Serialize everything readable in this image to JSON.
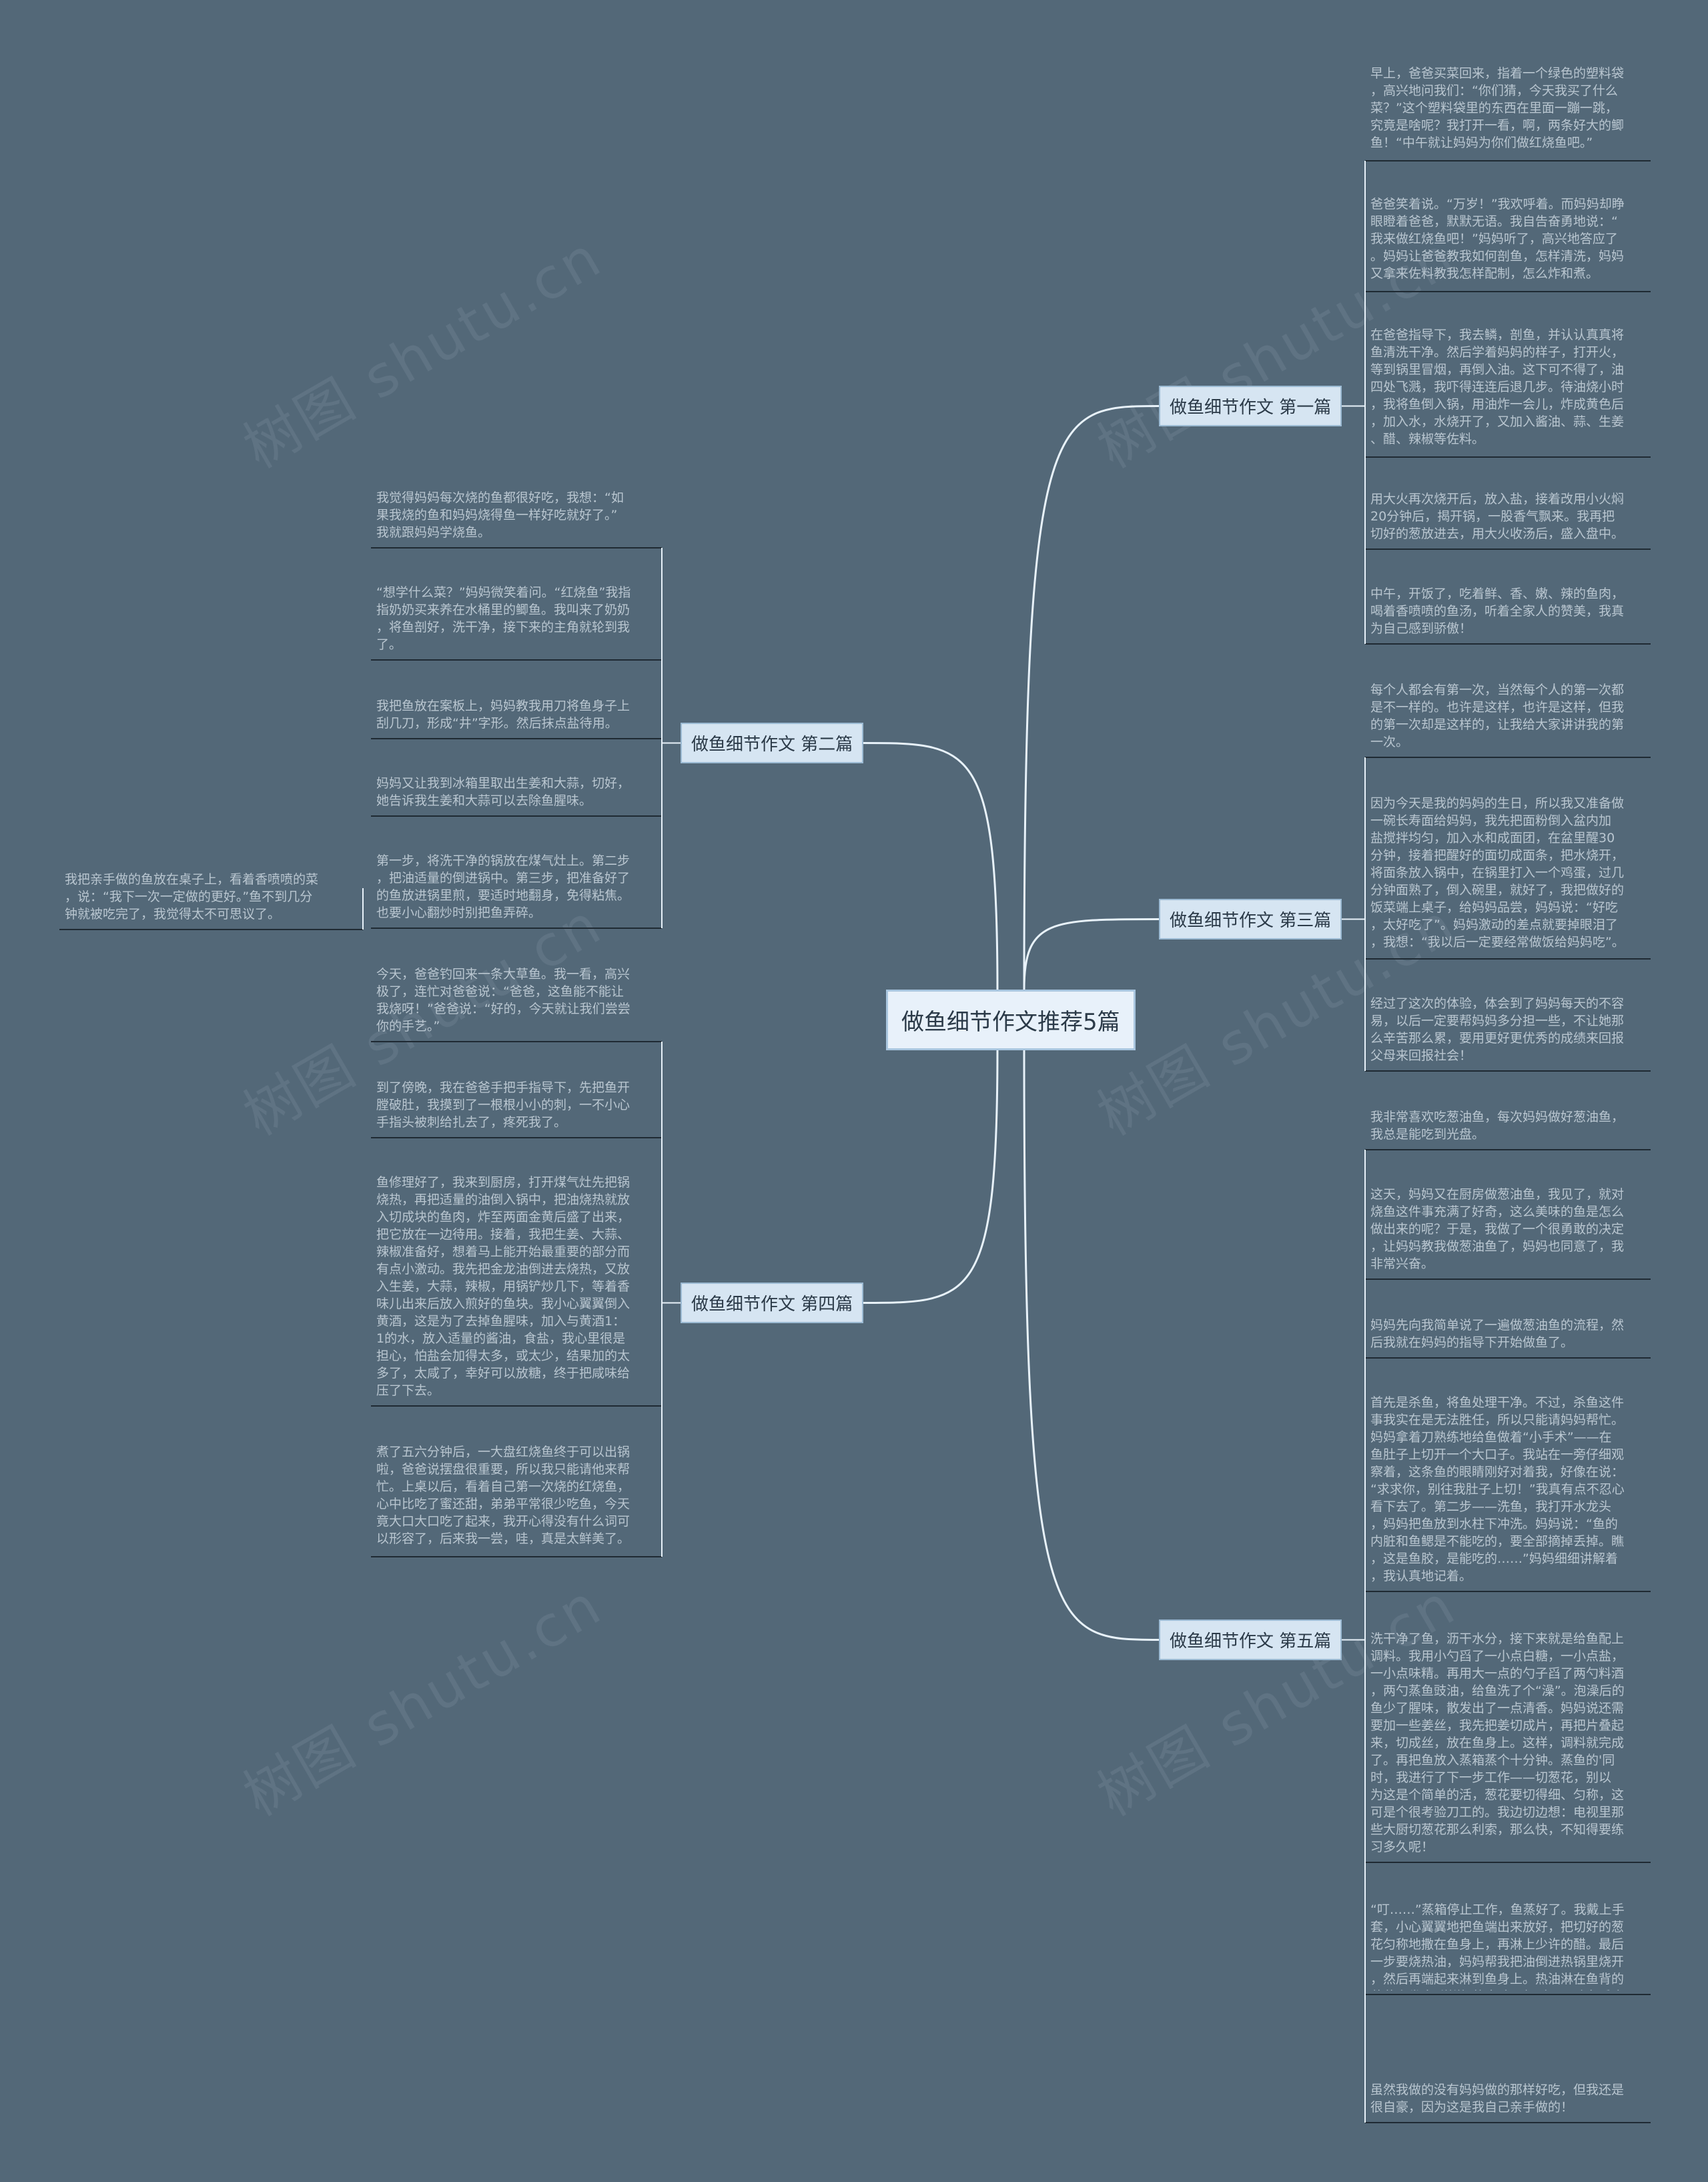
{
  "colors": {
    "background": "#536878",
    "link": "#e8f2fa",
    "node_fill": "#d6e5f2",
    "node_border": "#9bbad3",
    "leaf_text": "#b9c6d0",
    "watermark": "#5f7383"
  },
  "watermark": "树图 shutu.cn",
  "root": {
    "label": "做鱼细节作文推荐5篇"
  },
  "branches": [
    {
      "label": "做鱼细节作文 第一篇",
      "leaves": [
        "早上，爸爸买菜回来，指着一个绿色的塑料袋\n，高兴地问我们：“你们猜，今天我买了什么\n菜？”这个塑料袋里的东西在里面一蹦一跳，\n究竟是啥呢？我打开一看，啊，两条好大的鲫\n鱼！“中午就让妈妈为你们做红烧鱼吧。”",
        "爸爸笑着说。“万岁！”我欢呼着。而妈妈却睁\n眼瞪着爸爸，默默无语。我自告奋勇地说：“\n我来做红烧鱼吧！”妈妈听了，高兴地答应了\n。妈妈让爸爸教我如何剖鱼，怎样清洗，妈妈\n又拿来佐料教我怎样配制，怎么炸和煮。",
        "在爸爸指导下，我去鳞，剖鱼，并认认真真将\n鱼清洗干净。然后学着妈妈的样子，打开火，\n等到锅里冒烟，再倒入油。这下可不得了，油\n四处飞溅，我吓得连连后退几步。待油烧小时\n，我将鱼倒入锅，用油炸一会儿，炸成黄色后\n，加入水，水烧开了，又加入酱油、蒜、生姜\n、醋、辣椒等佐料。",
        "用大火再次烧开后，放入盐，接着改用小火焖\n20分钟后，揭开锅，一股香气飘来。我再把\n切好的葱放进去，用大火收汤后，盛入盘中。",
        "中午，开饭了，吃着鲜、香、嫩、辣的鱼肉，\n喝着香喷喷的鱼汤，听着全家人的赞美，我真\n为自己感到骄傲！"
      ]
    },
    {
      "label": "做鱼细节作文 第二篇",
      "leaves": [
        "我觉得妈妈每次烧的鱼都很好吃，我想：“如\n果我烧的鱼和妈妈烧得鱼一样好吃就好了。”\n我就跟妈妈学烧鱼。",
        "“想学什么菜？”妈妈微笑着问。“红烧鱼”我指\n指奶奶买来养在水桶里的鲫鱼。我叫来了奶奶\n，将鱼剖好，洗干净，接下来的主角就轮到我\n了。",
        "我把鱼放在案板上，妈妈教我用刀将鱼身子上\n刮几刀，形成“井”字形。然后抹点盐待用。",
        "妈妈又让我到冰箱里取出生姜和大蒜，切好，\n她告诉我生姜和大蒜可以去除鱼腥味。",
        "第一步，将洗干净的锅放在煤气灶上。第二步\n，把油适量的倒进锅中。第三步，把准备好了\n的鱼放进锅里煎，要适时地翻身，免得粘焦。\n也要小心翻炒时别把鱼弄碎。",
        "我把亲手做的鱼放在桌子上，看着香喷喷的菜\n，说：“我下一次一定做的更好。”鱼不到几分\n钟就被吃完了，我觉得太不可思议了。"
      ]
    },
    {
      "label": "做鱼细节作文 第三篇",
      "leaves": [
        "每个人都会有第一次，当然每个人的第一次都\n是不一样的。也许是这样，也许是这样，但我\n的第一次却是这样的，让我给大家讲讲我的第\n一次。",
        "因为今天是我的妈妈的生日，所以我又准备做\n一碗长寿面给妈妈，我先把面粉倒入盆内加\n盐搅拌均匀，加入水和成面团，在盆里醒30\n分钟，接着把醒好的面切成面条，把水烧开，\n将面条放入锅中，在锅里打入一个鸡蛋，过几\n分钟面熟了，倒入碗里，就好了，我把做好的\n饭菜端上桌子，给妈妈品尝，妈妈说：“好吃\n，太好吃了”。妈妈激动的差点就要掉眼泪了\n，我想：“我以后一定要经常做饭给妈妈吃”。",
        "经过了这次的体验，体会到了妈妈每天的不容\n易，以后一定要帮妈妈多分担一些，不让她那\n么辛苦那么累，要用更好更优秀的成绩来回报\n父母来回报社会！"
      ]
    },
    {
      "label": "做鱼细节作文 第四篇",
      "leaves": [
        "今天，爸爸钓回来一条大草鱼。我一看，高兴\n极了，连忙对爸爸说：“爸爸，这鱼能不能让\n我烧呀！”爸爸说：“好的，今天就让我们尝尝\n你的手艺。”",
        "到了傍晚，我在爸爸手把手指导下，先把鱼开\n膛破肚，我摸到了一根根小小的刺，一不小心\n手指头被刺给扎去了，疼死我了。",
        "鱼修理好了，我来到厨房，打开煤气灶先把锅\n烧热，再把适量的油倒入锅中，把油烧热就放\n入切成块的鱼肉，炸至两面金黄后盛了出来，\n把它放在一边待用。接着，我把生姜、大蒜、\n辣椒准备好，想着马上能开始最重要的部分而\n有点小激动。我先把金龙油倒进去烧热，又放\n入生姜，大蒜，辣椒，用锅铲炒几下，等着香\n味儿出来后放入煎好的鱼块。我小心翼翼倒入\n黄酒，这是为了去掉鱼腥味，加入与黄酒1：\n1的水，放入适量的酱油，食盐，我心里很是\n担心，怕盐会加得太多，或太少，结果加的太\n多了，太咸了，幸好可以放糖，终于把咸味给\n压了下去。",
        "煮了五六分钟后，一大盘红烧鱼终于可以出锅\n啦，爸爸说摆盘很重要，所以我只能请他来帮\n忙。上桌以后，看着自己第一次烧的红烧鱼，\n心中比吃了蜜还甜，弟弟平常很少吃鱼，今天\n竟大口大口吃了起来，我开心得没有什么词可\n以形容了，后来我一尝，哇，真是太鲜美了。"
      ]
    },
    {
      "label": "做鱼细节作文 第五篇",
      "leaves": [
        "我非常喜欢吃葱油鱼，每次妈妈做好葱油鱼，\n我总是能吃到光盘。",
        "这天，妈妈又在厨房做葱油鱼，我见了，就对\n烧鱼这件事充满了好奇，这么美味的鱼是怎么\n做出来的呢？于是，我做了一个很勇敢的决定\n，让妈妈教我做葱油鱼了，妈妈也同意了，我\n非常兴奋。",
        "妈妈先向我简单说了一遍做葱油鱼的流程，然\n后我就在妈妈的指导下开始做鱼了。",
        "首先是杀鱼，将鱼处理干净。不过，杀鱼这件\n事我实在是无法胜任，所以只能请妈妈帮忙。\n妈妈拿着刀熟练地给鱼做着“小手术”——在\n鱼肚子上切开一个大口子。我站在一旁仔细观\n察着，这条鱼的眼睛刚好对着我，好像在说：\n“求求你，别往我肚子上切！”我真有点不忍心\n看下去了。第二步——洗鱼，我打开水龙头\n，妈妈把鱼放到水柱下冲洗。妈妈说：“鱼的\n内脏和鱼鳃是不能吃的，要全部摘掉丢掉。瞧\n，这是鱼胶，是能吃的……”妈妈细细讲解着\n，我认真地记着。",
        "洗干净了鱼，沥干水分，接下来就是给鱼配上\n调料。我用小勺舀了一小点白糖，一小点盐，\n一小点味精。再用大一点的勺子舀了两勺料酒\n，两勺蒸鱼豉油，给鱼洗了个“澡”。泡澡后的\n鱼少了腥味，散发出了一点清香。妈妈说还需\n要加一些姜丝，我先把姜切成片，再把片叠起\n来，切成丝，放在鱼身上。这样，调料就完成\n了。再把鱼放入蒸箱蒸个十分钟。蒸鱼的'同\n时，我进行了下一步工作——切葱花，别以\n为这是个简单的活，葱花要切得细、匀称，这\n可是个很考验刀工的。我边切边想：电视里那\n些大厨切葱花那么利索，那么快，不知得要练\n习多久呢！",
        "“叮……”蒸箱停止工作，鱼蒸好了。我戴上手\n套，小心翼翼地把鱼端出来放好，把切好的葱\n花匀称地撒在鱼身上，再淋上少许的醋。最后\n一步要烧热油，妈妈帮我把油倒进热锅里烧开\n，然后再端起来淋到鱼身上。热油淋在鱼背的\n葱花上发出“滋滋”的声响，顿时，一阵鱼香夹\n着葱花香扑面而来，香喷喷的葱油鱼就做好了\n。",
        "虽然我做的没有妈妈做的那样好吃，但我还是\n很自豪，因为这是我自己亲手做的！"
      ]
    }
  ]
}
